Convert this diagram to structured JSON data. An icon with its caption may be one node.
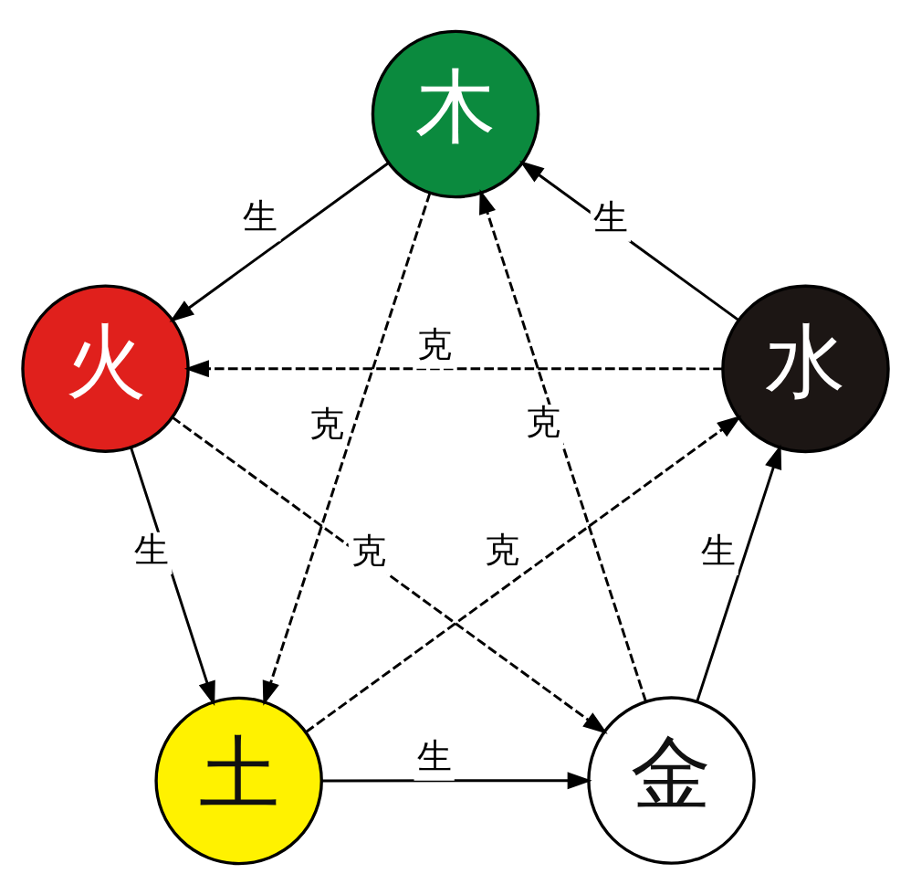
{
  "diagram": {
    "nodes": [
      {
        "text": [
          "木"
        ]
      },
      {
        "text": [
          "火"
        ]
      },
      {
        "text": [
          "水"
        ]
      },
      {
        "text": [
          "土"
        ]
      },
      {
        "text": [
          "金"
        ]
      }
    ],
    "edges": [
      {
        "from": 0,
        "to": 1,
        "arrow": "to",
        "label": "生"
      },
      {
        "from": 2,
        "to": 0,
        "arrow": "to",
        "label": "生"
      },
      {
        "from": 2,
        "to": 1,
        "arrow": "to",
        "label": "克",
        "style": "dashed"
      },
      {
        "from": 0,
        "to": 3,
        "arrow": "to",
        "label": "克",
        "style": "dashed"
      },
      {
        "from": 4,
        "to": 0,
        "arrow": "to",
        "label": "克",
        "style": "dashed"
      },
      {
        "from": 1,
        "to": 3,
        "arrow": "to",
        "label": "生"
      },
      {
        "from": 1,
        "to": 4,
        "arrow": "to",
        "label": "克",
        "style": "dashed"
      },
      {
        "from": 3,
        "to": 2,
        "arrow": "to",
        "label": "克",
        "style": "dashed"
      },
      {
        "from": 4,
        "to": 2,
        "arrow": "to",
        "label": "生"
      },
      {
        "from": 3,
        "to": 4,
        "arrow": "to",
        "label": "生"
      }
    ]
  }
}
